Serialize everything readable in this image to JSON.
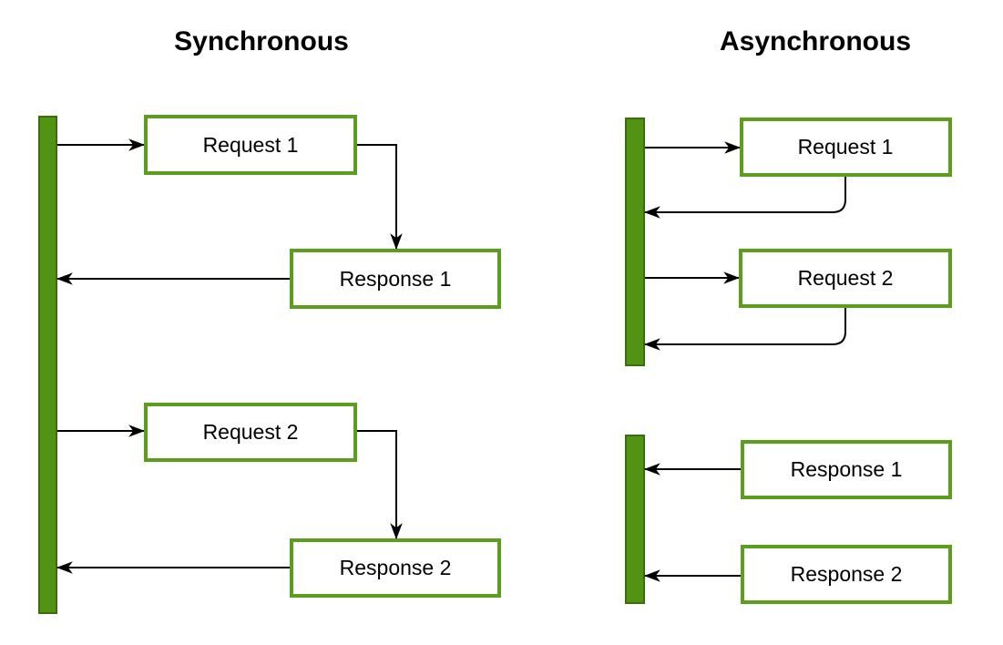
{
  "sync": {
    "title": "Synchronous",
    "boxes": [
      {
        "label": "Request 1"
      },
      {
        "label": "Response 1"
      },
      {
        "label": "Request 2"
      },
      {
        "label": "Response 2"
      }
    ]
  },
  "async": {
    "title": "Asynchronous",
    "boxes": [
      {
        "label": "Request 1"
      },
      {
        "label": "Request 2"
      },
      {
        "label": "Response 1"
      },
      {
        "label": "Response 2"
      }
    ]
  },
  "colors": {
    "bar_fill": "#539313",
    "bar_stroke": "#3b6e0b",
    "box_border": "#5a9e1b",
    "box_fill": "#ffffff",
    "arrow": "#000000",
    "text": "#000000",
    "background": "#ffffff"
  }
}
